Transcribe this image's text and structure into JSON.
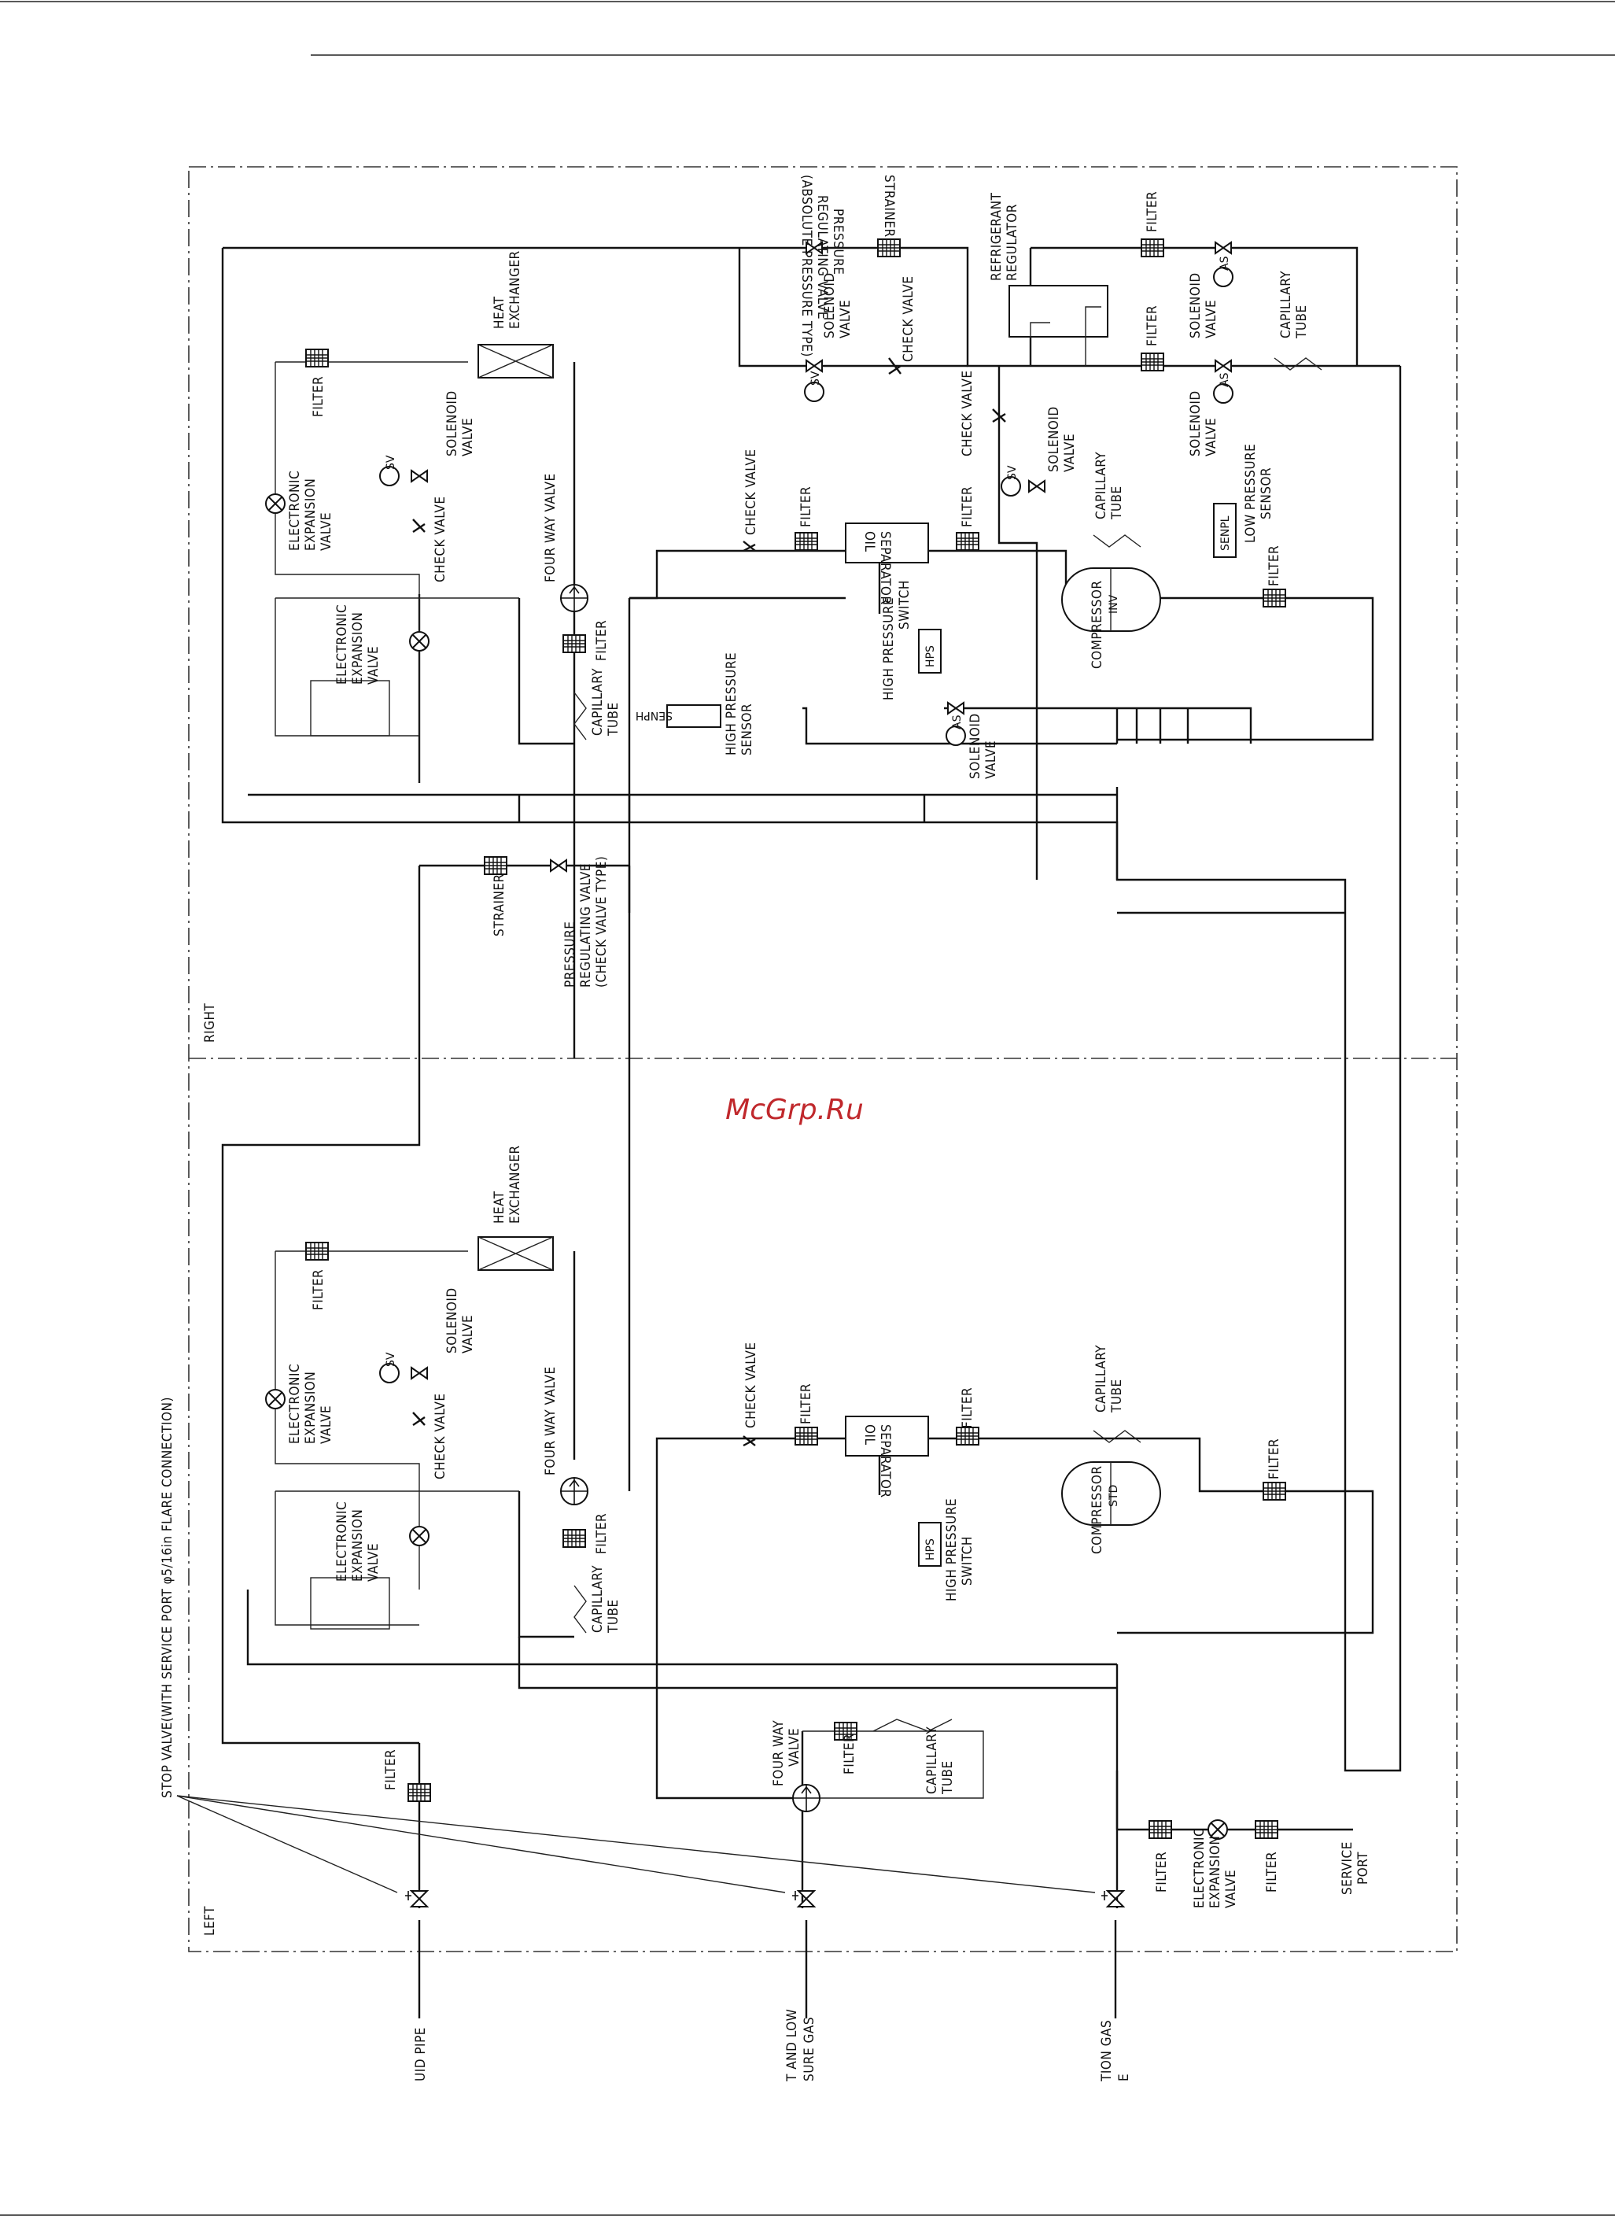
{
  "watermark": "McGrp.Ru",
  "colors": {
    "line": "#111111",
    "watermark": "#c0282c",
    "background": "#ffffff"
  },
  "zones": {
    "right": "RIGHT",
    "left": "LEFT"
  },
  "stop_valve_label": "STOP VALVE(WITH SERVICE PORT φ5/16in FLARE CONNECTION)",
  "pipe_labels": {
    "liquid": "UID PIPE",
    "suction_l1": "T AND LOW",
    "suction_l2": "SURE GAS",
    "discharge_l1": "TION GAS",
    "discharge_l2": "E"
  },
  "labels": {
    "strainer": "STRAINER",
    "pressure": "PRESSURE",
    "regulating_valve": "REGULATING VALVE",
    "absolute_type": "(ABSOLUTE PRESSURE TYPE)",
    "check_valve_type": "(CHECK VALVE TYPE)",
    "refrigerant": "REFRIGERANT",
    "regulator": "REGULATOR",
    "filter": "FILTER",
    "solenoid": "SOLENOID",
    "valve": "VALVE",
    "check_valve": "CHECK VALVE",
    "capillary": "CAPILLARY",
    "tube": "TUBE",
    "heat": "HEAT",
    "exchanger": "EXCHANGER",
    "electronic": "ELECTRONIC",
    "expansion": "EXPANSION",
    "four_way_valve": "FOUR WAY VALVE",
    "four_way": "FOUR WAY",
    "oil": "OIL",
    "separator": "SEPARATOR",
    "high_pressure": "HIGH PRESSURE",
    "switch": "SWITCH",
    "sensor": "SENSOR",
    "low_pressure": "LOW PRESSURE",
    "compressor": "COMPRESSOR",
    "service": "SERVICE",
    "port": "PORT"
  },
  "symbols": {
    "sv": "SV",
    "as": "AS",
    "hps": "HPS",
    "senph": "SENPH",
    "senpl": "SENPL",
    "inv": "INV",
    "std": "STD"
  },
  "icons": {
    "filter": "filter-icon",
    "solenoid": "solenoid-valve-icon",
    "check": "check-valve-icon",
    "exv": "expansion-valve-icon",
    "fourway": "four-way-valve-icon",
    "stop": "stop-valve-icon"
  }
}
